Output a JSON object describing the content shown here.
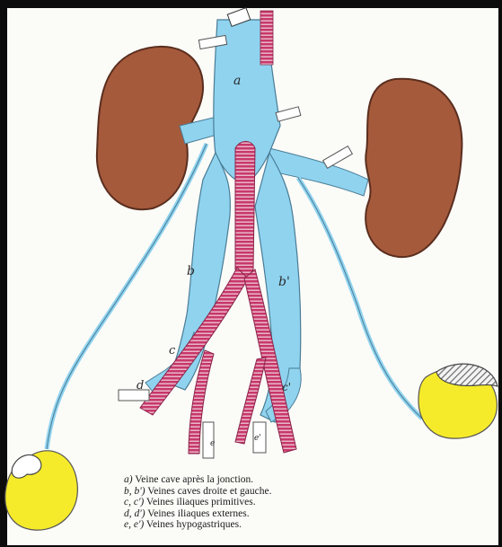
{
  "colors": {
    "vein": "#8fd3ef",
    "vein_edge": "#4a7c95",
    "artery": "#c8386a",
    "artery_stripe": "#f1d6df",
    "kidney": "#a65a3c",
    "kidney_edge": "#5a2e1e",
    "testis": "#f5eb2a",
    "paper": "#fbfbf8"
  },
  "diagram": {
    "labels": {
      "a": "a",
      "b": "b",
      "b_prime": "b'",
      "c": "c",
      "c_prime": "c'",
      "d": "d",
      "e": "e",
      "e_prime": "e'"
    }
  },
  "legend": [
    {
      "key": "a)",
      "text": " Veine cave après la jonction."
    },
    {
      "key": "b, b')",
      "text": " Veines caves droite et gauche."
    },
    {
      "key": "c, c')",
      "text": " Veines iliaques primitives."
    },
    {
      "key": "d, d')",
      "text": " Veines iliaques externes."
    },
    {
      "key": "e, e')",
      "text": " Veines hypogastriques."
    }
  ]
}
